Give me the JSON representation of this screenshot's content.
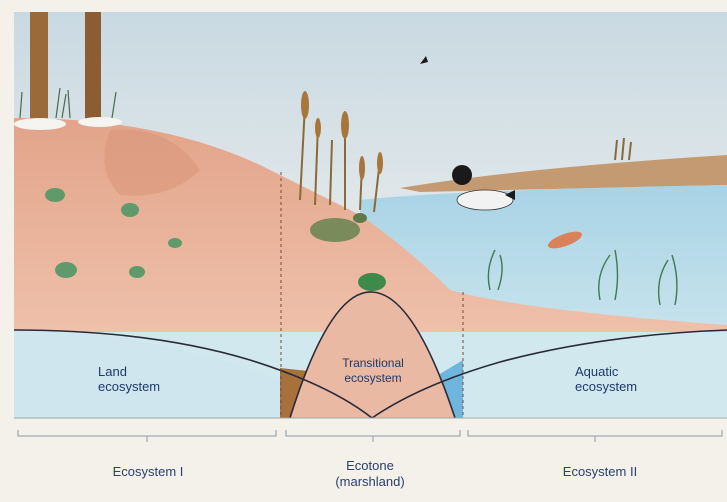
{
  "labels": {
    "land": "Land\necosystem",
    "transitional": "Transitional\necosystem",
    "aquatic": "Aquatic\necosystem",
    "ecosystem1": "Ecosystem I",
    "ecotone": "Ecotone\n(marshland)",
    "ecosystem2": "Ecosystem II"
  },
  "colors": {
    "sky": "#dfe6ea",
    "land": "#e9b39a",
    "water": "#b8dbe8",
    "lower_band": "#cfe6ee",
    "brown_strip": "#a8703a",
    "curve": "#2a2a3a",
    "text": "#1f3a6a"
  }
}
